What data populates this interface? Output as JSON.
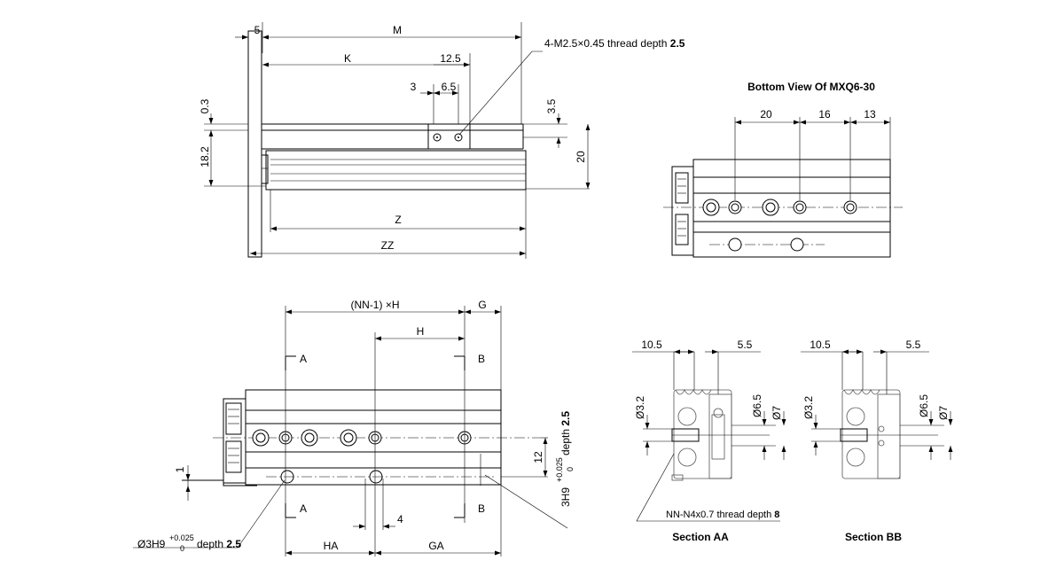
{
  "top_view": {
    "dims": {
      "d5": "5",
      "m": "M",
      "k": "K",
      "d12_5": "12.5",
      "d3": "3",
      "d6_5": "6.5",
      "d0_3": "0.3",
      "d18_2": "18.2",
      "d3_5": "3.5",
      "d20": "20",
      "z": "Z",
      "zz": "ZZ"
    },
    "thread_note": "4-M2.5×0.45 thread depth ",
    "thread_depth": "2.5"
  },
  "bottom_view": {
    "title": "Bottom View Of MXQ6-30",
    "dims": {
      "d20": "20",
      "d16": "16",
      "d13": "13"
    }
  },
  "side_view": {
    "dims": {
      "nn_h": "(NN-1) ×H",
      "g": "G",
      "h": "H",
      "a": "A",
      "b": "B",
      "d12": "12",
      "d1": "1",
      "d4": "4",
      "ha": "HA",
      "ga": "GA"
    },
    "pin_note_left": {
      "base": "Ø3H9",
      "tol_upper": "+0.025",
      "tol_lower": "0",
      "depth_label": " depth ",
      "depth": "2.5"
    },
    "pin_note_right": {
      "base": "3H9",
      "tol_upper": "+0.025",
      "tol_lower": "0",
      "depth_label": " depth ",
      "depth": "2.5"
    }
  },
  "section_aa": {
    "title": "Section AA",
    "dims": {
      "d10_5": "10.5",
      "d5_5": "5.5",
      "d3_2": "Ø3.2",
      "d6_5": "Ø6.5",
      "d7": "Ø7"
    },
    "thread_note": "NN-N4x0.7 thread depth ",
    "thread_depth": "8"
  },
  "section_bb": {
    "title": "Section BB",
    "dims": {
      "d10_5": "10.5",
      "d5_5": "5.5",
      "d3_2": "Ø3.2",
      "d6_5": "Ø6.5",
      "d7": "Ø7"
    }
  }
}
